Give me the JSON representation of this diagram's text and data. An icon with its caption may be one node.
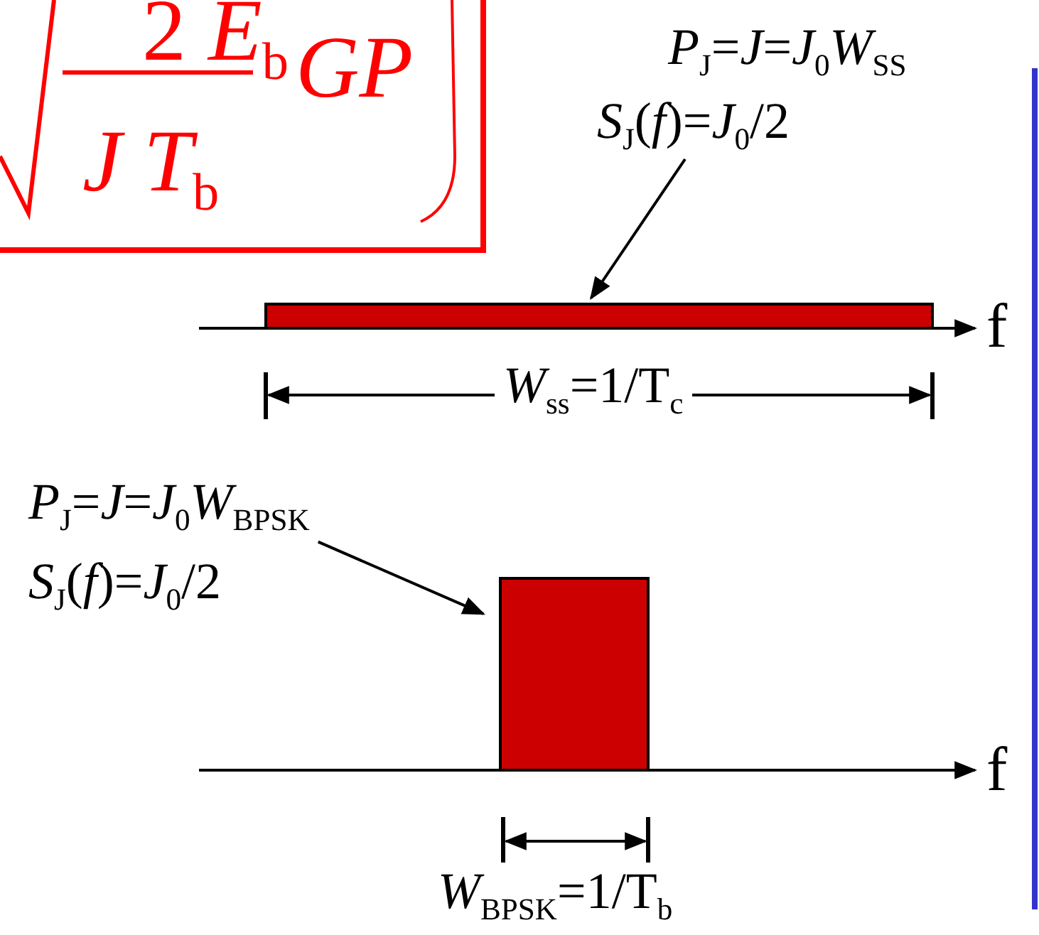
{
  "diagram": {
    "nodes": [
      {
        "text": [
          "*P*$_{J}$=*J*=*J*$_{0}$*W*$_{SS}$",
          "*S*$_{J}$(*f*)=*J*$_{0}$/2"
        ]
      },
      {
        "text": [],
        "shape": "bar"
      },
      {
        "text": [
          "*P*$_{J}$=*J*=*J*$_{0}$*W*$_{BPSK}$",
          "*S*$_{J}$(*f*)=*J*$_{0}$/2"
        ]
      },
      {
        "text": [],
        "shape": "bar"
      }
    ],
    "edges": [
      {
        "from": 0,
        "to": 1,
        "arrow": "to"
      },
      {
        "from": 2,
        "to": 3,
        "arrow": "to"
      }
    ],
    "labels": [
      "2 *E*$_{b}$",
      "*J T*$_{b}$",
      "*GP*",
      "f",
      "*W*$_{ss}$=1/T$_{c}$",
      "f",
      "*W*$_{BPSK}$=1/T$_{b}$"
    ]
  }
}
